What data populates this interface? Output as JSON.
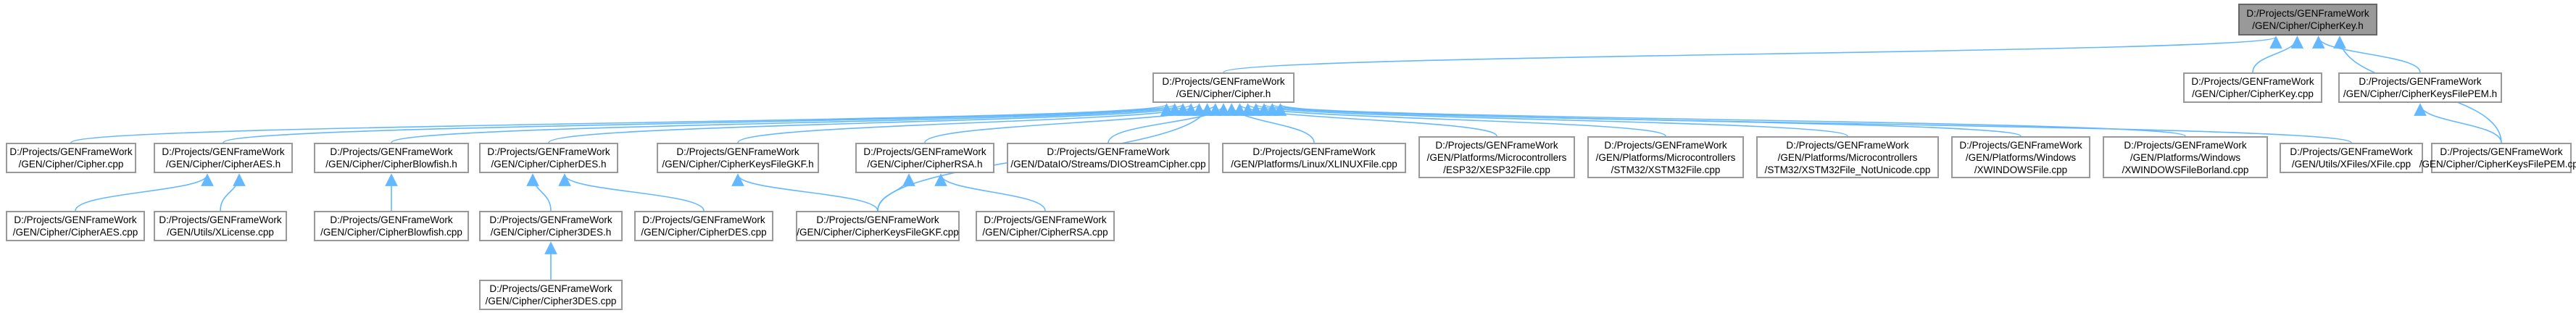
{
  "graph": {
    "colors": {
      "edge": "#63b8ff",
      "node_border": "#999999",
      "focus_fill": "#999999",
      "text": "#000000"
    },
    "nodes": [
      {
        "id": "cipherkey_h",
        "focus": true,
        "lines": [
          "D:/Projects/GENFrameWork",
          "/GEN/Cipher/CipherKey.h"
        ]
      },
      {
        "id": "cipher_h",
        "lines": [
          "D:/Projects/GENFrameWork",
          "/GEN/Cipher/Cipher.h"
        ]
      },
      {
        "id": "cipherkey_cpp",
        "lines": [
          "D:/Projects/GENFrameWork",
          "/GEN/Cipher/CipherKey.cpp"
        ]
      },
      {
        "id": "cipherkeysfilepem_h",
        "lines": [
          "D:/Projects/GENFrameWork",
          "/GEN/Cipher/CipherKeysFilePEM.h"
        ]
      },
      {
        "id": "cipher_cpp",
        "lines": [
          "D:/Projects/GENFrameWork",
          "/GEN/Cipher/Cipher.cpp"
        ]
      },
      {
        "id": "cipheraes_h",
        "lines": [
          "D:/Projects/GENFrameWork",
          "/GEN/Cipher/CipherAES.h"
        ]
      },
      {
        "id": "cipherblowfish_h",
        "lines": [
          "D:/Projects/GENFrameWork",
          "/GEN/Cipher/CipherBlowfish.h"
        ]
      },
      {
        "id": "cipherdes_h",
        "lines": [
          "D:/Projects/GENFrameWork",
          "/GEN/Cipher/CipherDES.h"
        ]
      },
      {
        "id": "cipherkeysfilegkf_h",
        "lines": [
          "D:/Projects/GENFrameWork",
          "/GEN/Cipher/CipherKeysFileGKF.h"
        ]
      },
      {
        "id": "cipherrsa_h",
        "lines": [
          "D:/Projects/GENFrameWork",
          "/GEN/Cipher/CipherRSA.h"
        ]
      },
      {
        "id": "diostreamcipher_cpp",
        "lines": [
          "D:/Projects/GENFrameWork",
          "/GEN/DataIO/Streams/DIOStreamCipher.cpp"
        ]
      },
      {
        "id": "xlinuxfile_cpp",
        "lines": [
          "D:/Projects/GENFrameWork",
          "/GEN/Platforms/Linux/XLINUXFile.cpp"
        ]
      },
      {
        "id": "xesp32file_cpp",
        "lines": [
          "D:/Projects/GENFrameWork",
          "/GEN/Platforms/Microcontrollers",
          "/ESP32/XESP32File.cpp"
        ]
      },
      {
        "id": "xstm32file_cpp",
        "lines": [
          "D:/Projects/GENFrameWork",
          "/GEN/Platforms/Microcontrollers",
          "/STM32/XSTM32File.cpp"
        ]
      },
      {
        "id": "xstm32file_notunicode_cpp",
        "lines": [
          "D:/Projects/GENFrameWork",
          "/GEN/Platforms/Microcontrollers",
          "/STM32/XSTM32File_NotUnicode.cpp"
        ]
      },
      {
        "id": "xwindowsfile_cpp",
        "lines": [
          "D:/Projects/GENFrameWork",
          "/GEN/Platforms/Windows",
          "/XWINDOWSFile.cpp"
        ]
      },
      {
        "id": "xwindowsfileborland_cpp",
        "lines": [
          "D:/Projects/GENFrameWork",
          "/GEN/Platforms/Windows",
          "/XWINDOWSFileBorland.cpp"
        ]
      },
      {
        "id": "xfile_cpp",
        "lines": [
          "D:/Projects/GENFrameWork",
          "/GEN/Utils/XFiles/XFile.cpp"
        ]
      },
      {
        "id": "cipherkeysfilepem_cpp",
        "lines": [
          "D:/Projects/GENFrameWork",
          "/GEN/Cipher/CipherKeysFilePEM.cpp"
        ]
      },
      {
        "id": "cipheraes_cpp",
        "lines": [
          "D:/Projects/GENFrameWork",
          "/GEN/Cipher/CipherAES.cpp"
        ]
      },
      {
        "id": "xlicense_cpp",
        "lines": [
          "D:/Projects/GENFrameWork",
          "/GEN/Utils/XLicense.cpp"
        ]
      },
      {
        "id": "cipherblowfish_cpp",
        "lines": [
          "D:/Projects/GENFrameWork",
          "/GEN/Cipher/CipherBlowfish.cpp"
        ]
      },
      {
        "id": "cipher3des_h",
        "lines": [
          "D:/Projects/GENFrameWork",
          "/GEN/Cipher/Cipher3DES.h"
        ]
      },
      {
        "id": "cipherdes_cpp",
        "lines": [
          "D:/Projects/GENFrameWork",
          "/GEN/Cipher/CipherDES.cpp"
        ]
      },
      {
        "id": "cipherkeysfilegkf_cpp",
        "lines": [
          "D:/Projects/GENFrameWork",
          "/GEN/Cipher/CipherKeysFileGKF.cpp"
        ]
      },
      {
        "id": "cipherrsa_cpp",
        "lines": [
          "D:/Projects/GENFrameWork",
          "/GEN/Cipher/CipherRSA.cpp"
        ]
      },
      {
        "id": "cipher3des_cpp",
        "lines": [
          "D:/Projects/GENFrameWork",
          "/GEN/Cipher/Cipher3DES.cpp"
        ]
      }
    ],
    "edges": [
      [
        "cipher_h",
        "cipherkey_h"
      ],
      [
        "cipherkey_cpp",
        "cipherkey_h"
      ],
      [
        "cipherkeysfilepem_h",
        "cipherkey_h"
      ],
      [
        "cipherkeysfilepem_cpp",
        "cipherkey_h"
      ],
      [
        "cipher_cpp",
        "cipher_h"
      ],
      [
        "cipheraes_h",
        "cipher_h"
      ],
      [
        "cipherblowfish_h",
        "cipher_h"
      ],
      [
        "cipherdes_h",
        "cipher_h"
      ],
      [
        "cipherkeysfilegkf_h",
        "cipher_h"
      ],
      [
        "cipherrsa_h",
        "cipher_h"
      ],
      [
        "diostreamcipher_cpp",
        "cipher_h"
      ],
      [
        "xlinuxfile_cpp",
        "cipher_h"
      ],
      [
        "xesp32file_cpp",
        "cipher_h"
      ],
      [
        "xstm32file_cpp",
        "cipher_h"
      ],
      [
        "xstm32file_notunicode_cpp",
        "cipher_h"
      ],
      [
        "xwindowsfile_cpp",
        "cipher_h"
      ],
      [
        "xwindowsfileborland_cpp",
        "cipher_h"
      ],
      [
        "xfile_cpp",
        "cipher_h"
      ],
      [
        "cipherkeysfilegkf_cpp",
        "cipher_h"
      ],
      [
        "cipherkeysfilepem_cpp",
        "cipherkeysfilepem_h"
      ],
      [
        "cipheraes_cpp",
        "cipheraes_h"
      ],
      [
        "xlicense_cpp",
        "cipheraes_h"
      ],
      [
        "cipherblowfish_cpp",
        "cipherblowfish_h"
      ],
      [
        "cipher3des_h",
        "cipherdes_h"
      ],
      [
        "cipherdes_cpp",
        "cipherdes_h"
      ],
      [
        "cipherkeysfilegkf_cpp",
        "cipherkeysfilegkf_h"
      ],
      [
        "cipherkeysfilegkf_cpp",
        "cipherrsa_h"
      ],
      [
        "cipherrsa_cpp",
        "cipherrsa_h"
      ],
      [
        "cipher3des_cpp",
        "cipher3des_h"
      ]
    ]
  }
}
